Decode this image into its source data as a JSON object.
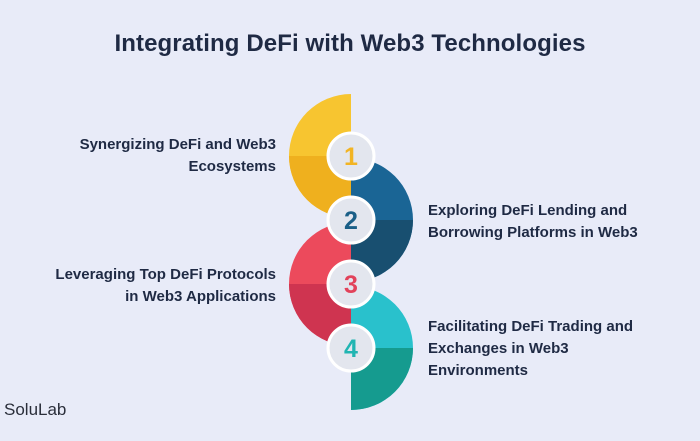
{
  "title": "Integrating DeFi with Web3 Technologies",
  "steps": [
    {
      "number": "1",
      "text": "Synergizing DeFi and Web3\nEcosystems",
      "color": "#f2b423"
    },
    {
      "number": "2",
      "text": "Exploring DeFi Lending and\nBorrowing Platforms in Web3",
      "color": "#1a5f87"
    },
    {
      "number": "3",
      "text": "Leveraging Top DeFi Protocols\nin Web3 Applications",
      "color": "#e2425a"
    },
    {
      "number": "4",
      "text": "Facilitating DeFi Trading and\nExchanges in Web3\nEnvironments",
      "color": "#21b5b2"
    }
  ],
  "brand": "SoluLab"
}
